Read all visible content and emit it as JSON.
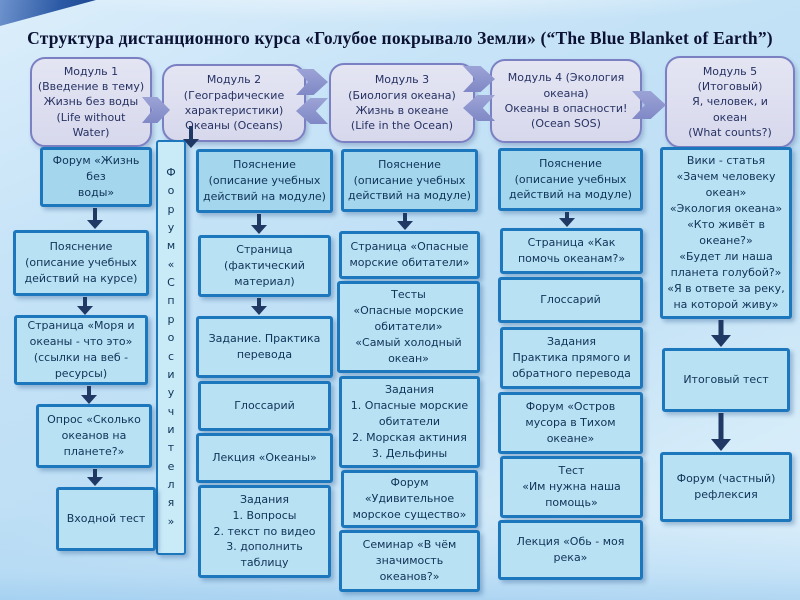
{
  "title": "Структура дистанционного курса «Голубое покрывало Земли»   (“The Blue Blanket of Earth”)",
  "modules": [
    {
      "label": "Модуль 1\n(Введение в тему)\nЖизнь без воды\n(Life without\nWater)"
    },
    {
      "label": "Модуль 2\n(Географические\nхарактеристики)\nОкеаны (Oceans)"
    },
    {
      "label": "Модуль 3\n(Биология океана)\nЖизнь в океане\n(Life in the Ocean)"
    },
    {
      "label": "Модуль 4 (Экология\nокеана)\nОкеаны в опасности!\n(Ocean SOS)"
    },
    {
      "label": "Модуль 5\n(Итоговый)\nЯ, человек, и\nокеан\n(What counts?)"
    }
  ],
  "vertical_forum": "Ф\nо\nр\nу\nм\n«\nС\nп\nр\nо\nс\nи\nу\nч\nи\nт\nе\nл\nя\n»",
  "columns": {
    "module1": [
      "Форум «Жизнь без\nводы»",
      "Пояснение\n(описание учебных\nдействий на курсе)",
      "Страница «Моря и\nокеаны -  что это»\n(ссылки на веб -\nресурсы)",
      "Опрос «Сколько\nокеанов на\nпланете?»",
      "Входной тест"
    ],
    "module2": [
      "Пояснение\n(описание учебных\nдействий на модуле)",
      "Страница\n(фактический\nматериал)",
      "Задание. Практика\nперевода",
      "Глоссарий",
      "Лекция «Океаны»",
      "Задания\n1. Вопросы\n2. текст по видео\n3. дополнить\nтаблицу"
    ],
    "module3": [
      "Пояснение\n(описание учебных\nдействий на модуле)",
      "Страница «Опасные\nморские обитатели»",
      "Тесты\n«Опасные морские\nобитатели»\n«Самый холодный\nокеан»",
      "Задания\n1. Опасные морские\nобитатели\n2. Морская актиния\n3. Дельфины",
      "Форум\n«Удивительное\nморское существо»",
      "Семинар «В чём\nзначимость\nокеанов?»"
    ],
    "module4": [
      "Пояснение\n(описание учебных\nдействий на модуле)",
      "Страница «Как\nпомочь океанам?»",
      "Глоссарий",
      "Задания\nПрактика прямого и\nобратного перевода",
      "Форум «Остров\nмусора в Тихом\nокеане»",
      "Тест\n«Им нужна наша\nпомощь»",
      "Лекция «Обь - моя\nрека»"
    ],
    "module5": [
      "Вики - статья\n«Зачем человеку\nокеан»\n«Экология океана»\n«Кто живёт в\nокеане?»\n«Будет ли наша\nпланета голубой?»\n«Я в ответе за реку,\nна которой живу»",
      "Итоговый тест",
      "Форум (частный)\nрефлексия"
    ]
  },
  "colors": {
    "module_fill": "#d7d8ec",
    "module_border": "#7b80c3",
    "box_fill": "#b9e1f4",
    "box_fill_dark": "#a4d6ee",
    "box_border": "#1c77bd",
    "down_arrow": "#1f3864",
    "chevron": "#8d94cb",
    "title_text": "#0c1233"
  }
}
